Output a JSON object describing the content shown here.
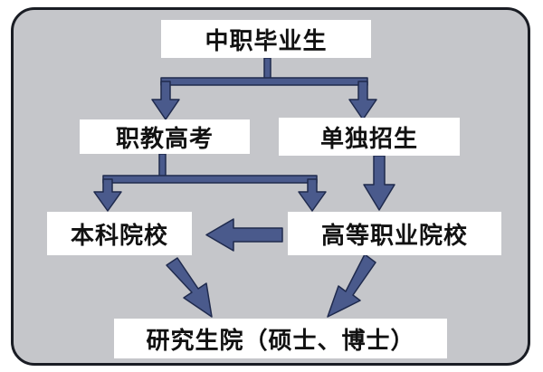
{
  "diagram": {
    "nodes": {
      "zhongzhi": "中职毕业生",
      "zhijiao": "职教高考",
      "dandu": "单独招生",
      "benke": "本科院校",
      "gaozhi": "高等职业院校",
      "yanjiusheng": "研究生院（硕士、博士）"
    },
    "colors": {
      "panel": "#c5c6ca",
      "arrow_fill": "#4a5a8c",
      "arrow_stroke": "#1f2a4d",
      "node": "#ffffff"
    }
  }
}
